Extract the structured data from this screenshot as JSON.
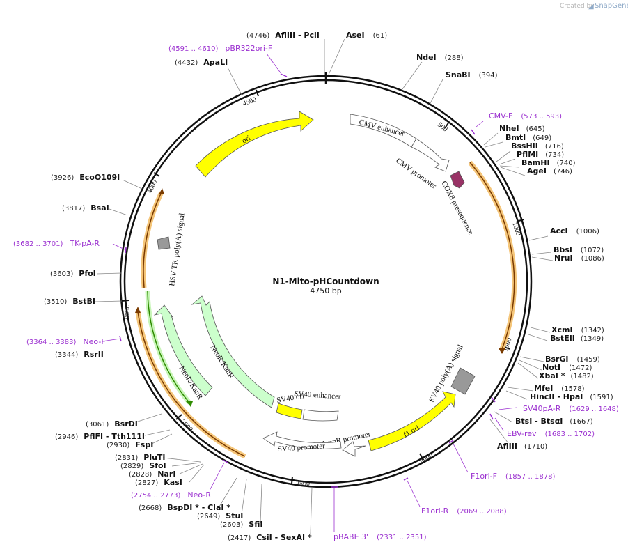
{
  "credit": {
    "created_by": "Created by",
    "brand": "SnapGene"
  },
  "plasmid": {
    "name": "N1-Mito-pHCountdown",
    "length_label": "4750 bp",
    "length": 4750
  },
  "ticks": [
    "500",
    "1000",
    "1500",
    "2000",
    "2500",
    "3000",
    "3500",
    "4000",
    "4500"
  ],
  "enzymes": [
    {
      "name": "AflIII  - PciI",
      "pos": "(4746)"
    },
    {
      "name": "AseI",
      "pos": "(61)"
    },
    {
      "name": "NdeI",
      "pos": "(288)"
    },
    {
      "name": "SnaBI",
      "pos": "(394)"
    },
    {
      "name": "NheI",
      "pos": "(645)"
    },
    {
      "name": "BmtI",
      "pos": "(649)"
    },
    {
      "name": "BssHII",
      "pos": "(716)"
    },
    {
      "name": "PflMI",
      "pos": "(734)"
    },
    {
      "name": "BamHI",
      "pos": "(740)"
    },
    {
      "name": "AgeI",
      "pos": "(746)"
    },
    {
      "name": "AccI",
      "pos": "(1006)"
    },
    {
      "name": "BbsI",
      "pos": "(1072)"
    },
    {
      "name": "NruI",
      "pos": "(1086)"
    },
    {
      "name": "XcmI",
      "pos": "(1342)"
    },
    {
      "name": "BstEII",
      "pos": "(1349)"
    },
    {
      "name": "BsrGI",
      "pos": "(1459)"
    },
    {
      "name": "NotI",
      "pos": "(1472)"
    },
    {
      "name": "XbaI *",
      "pos": "(1482)"
    },
    {
      "name": "MfeI",
      "pos": "(1578)"
    },
    {
      "name": "HincII  - HpaI",
      "pos": "(1591)"
    },
    {
      "name": "BtsI  - BtsαI",
      "pos": "(1667)"
    },
    {
      "name": "AflIII",
      "pos": "(1710)"
    },
    {
      "name": "ApaLI",
      "pos": "(4432)"
    },
    {
      "name": "EcoO109I",
      "pos": "(3926)"
    },
    {
      "name": "BsaI",
      "pos": "(3817)"
    },
    {
      "name": "PfoI",
      "pos": "(3603)"
    },
    {
      "name": "BstBI",
      "pos": "(3510)"
    },
    {
      "name": "RsrII",
      "pos": "(3344)"
    },
    {
      "name": "BsrDI",
      "pos": "(3061)"
    },
    {
      "name": "PflFI  - Tth111I",
      "pos": "(2946)"
    },
    {
      "name": "FspI",
      "pos": "(2930)"
    },
    {
      "name": "PluTI",
      "pos": "(2831)"
    },
    {
      "name": "SfoI",
      "pos": "(2829)"
    },
    {
      "name": "NarI",
      "pos": "(2828)"
    },
    {
      "name": "KasI",
      "pos": "(2827)"
    },
    {
      "name": "BspDI *  - ClaI *",
      "pos": "(2668)"
    },
    {
      "name": "StuI",
      "pos": "(2649)"
    },
    {
      "name": "SfiI",
      "pos": "(2603)"
    },
    {
      "name": "CsiI  - SexAI *",
      "pos": "(2417)"
    }
  ],
  "primers": [
    {
      "name": "pBR322ori-F",
      "pos": "(4591 .. 4610)"
    },
    {
      "name": "CMV-F",
      "pos": "(573 .. 593)"
    },
    {
      "name": "SV40pA-R",
      "pos": "(1629 .. 1648)"
    },
    {
      "name": "EBV-rev",
      "pos": "(1683 .. 1702)"
    },
    {
      "name": "F1ori-F",
      "pos": "(1857 .. 1878)"
    },
    {
      "name": "F1ori-R",
      "pos": "(2069 .. 2088)"
    },
    {
      "name": "pBABE 3'",
      "pos": "(2331 .. 2351)"
    },
    {
      "name": "Neo-R",
      "pos": "(2754 .. 2773)"
    },
    {
      "name": "Neo-F",
      "pos": "(3364 .. 3383)"
    },
    {
      "name": "TK-pA-R",
      "pos": "(3682 .. 3701)"
    }
  ],
  "features": [
    {
      "name": "ori",
      "color": "#ffff00"
    },
    {
      "name": "CMV enhancer",
      "color": "#ffffff"
    },
    {
      "name": "CMV promoter",
      "color": "#ffffff"
    },
    {
      "name": "COX8 presequence",
      "color": "#993366"
    },
    {
      "name": "SV40 poly(A) signal",
      "color": "#999999"
    },
    {
      "name": "f1 ori",
      "color": "#ffff00"
    },
    {
      "name": "AmpR promoter",
      "color": "#ffffff"
    },
    {
      "name": "SV40 promoter",
      "color": "#ffffff"
    },
    {
      "name": "SV40 enhancer",
      "color": "#ffffff"
    },
    {
      "name": "SV40 ori",
      "color": "#ffff00"
    },
    {
      "name": "NeoR/KanR",
      "color": "#ccffcc"
    },
    {
      "name": "NeoR/KanR",
      "color": "#ccffcc"
    },
    {
      "name": "HSV TK poly(A) signal",
      "color": "#999999"
    }
  ],
  "colors": {
    "backbone": "#111111",
    "primer": "#9b30d0",
    "orf": "#f5b041",
    "orf_inner": "#7a3b00",
    "neo_orf": "#2e8b00"
  }
}
